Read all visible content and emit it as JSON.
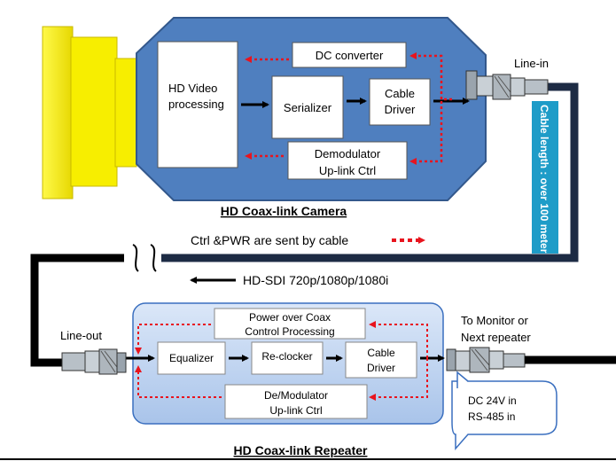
{
  "camera": {
    "title": "HD Coax-link Camera",
    "hd_video_line1": "HD Video",
    "hd_video_line2": "processing",
    "serializer": "Serializer",
    "cable_driver_line1": "Cable",
    "cable_driver_line2": "Driver",
    "dc_converter": "DC converter",
    "demod_line1": "Demodulator",
    "demod_line2": "Up-link  Ctrl"
  },
  "cable": {
    "line_in": "Line-in",
    "line_out": "Line-out",
    "length_label": "Cable length : over 100 meter",
    "ctrl_pwr": "Ctrl &PWR are sent by cable",
    "sdi": "HD-SDI 720p/1080p/1080i"
  },
  "repeater": {
    "title": "HD Coax-link Repeater",
    "power_line1": "Power over Coax",
    "power_line2": "Control Processing",
    "equalizer": "Equalizer",
    "reclocker": "Re-clocker",
    "cable_driver_line1": "Cable",
    "cable_driver_line2": "Driver",
    "demod_line1": "De/Modulator",
    "demod_line2": "Up-link Ctrl"
  },
  "output": {
    "to_monitor_line1": "To Monitor or",
    "to_monitor_line2": "Next repeater",
    "dc_line1": "DC 24V in",
    "dc_line2": "RS-485 in"
  },
  "colors": {
    "camera_body": "#4f7fbf",
    "lens": "#f5f000",
    "repeater_body": "#bcd3f2",
    "cable_dark": "#1d2b44",
    "cable_label_bg": "#1e9cc8",
    "control_arrow": "#e8141e"
  }
}
